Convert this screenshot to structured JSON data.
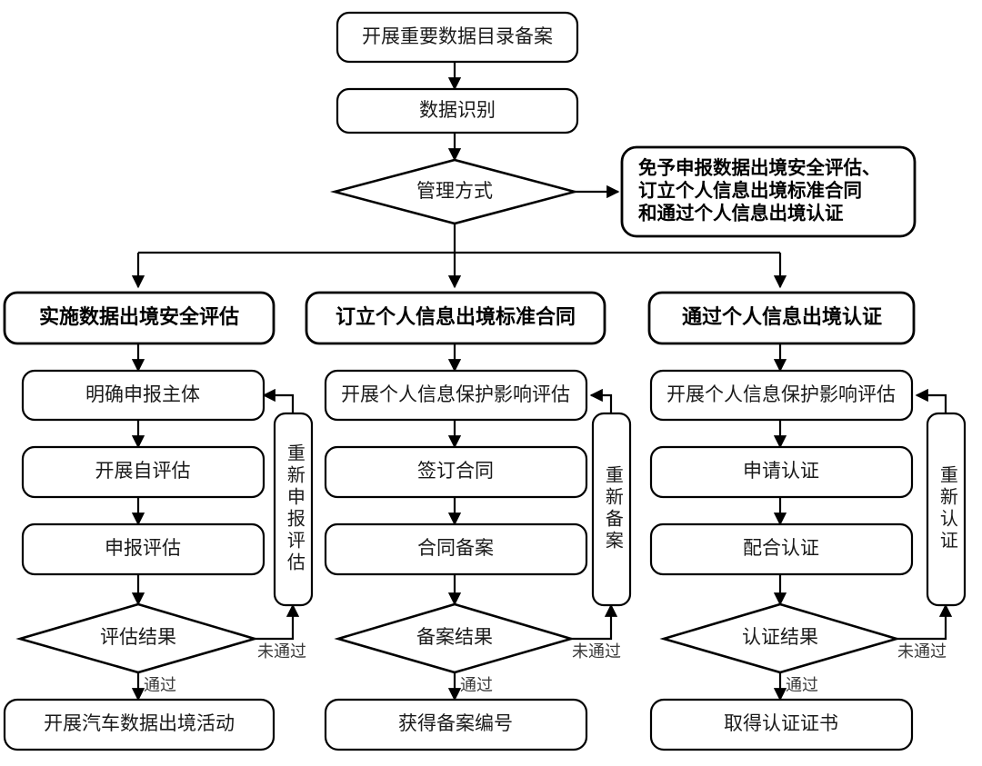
{
  "diagram": {
    "title_present": false,
    "style": {
      "background": "#ffffff",
      "line_color": "#000000",
      "text_color": "#1a1a1a",
      "box_fill": "#ffffff"
    },
    "nodes": {
      "start": {
        "label": "开展重要数据目录备案",
        "shape": "rounded-rect"
      },
      "identify": {
        "label": "数据识别",
        "shape": "rounded-rect"
      },
      "decision_mode": {
        "label": "管理方式",
        "shape": "diamond"
      },
      "exempt_info": {
        "lines": [
          "免予申报数据出境安全评估、",
          "订立个人信息出境标准合同",
          "和通过个人信息出境认证"
        ],
        "shape": "rounded-rect"
      },
      "col1_header": {
        "label": "实施数据出境安全评估",
        "shape": "rounded-rect"
      },
      "col1_step1": {
        "label": "明确申报主体",
        "shape": "rounded-rect"
      },
      "col1_step2": {
        "label": "开展自评估",
        "shape": "rounded-rect"
      },
      "col1_step3": {
        "label": "申报评估",
        "shape": "rounded-rect"
      },
      "col1_decision": {
        "label": "评估结果",
        "shape": "diamond"
      },
      "col1_end": {
        "label": "开展汽车数据出境活动",
        "shape": "rounded-rect"
      },
      "col1_loop": {
        "label": "重新申报评估",
        "shape": "rounded-rect-vertical"
      },
      "col2_header": {
        "label": "订立个人信息出境标准合同",
        "shape": "rounded-rect"
      },
      "col2_step1": {
        "label": "开展个人信息保护影响评估",
        "shape": "rounded-rect"
      },
      "col2_step2": {
        "label": "签订合同",
        "shape": "rounded-rect"
      },
      "col2_step3": {
        "label": "合同备案",
        "shape": "rounded-rect"
      },
      "col2_decision": {
        "label": "备案结果",
        "shape": "diamond"
      },
      "col2_end": {
        "label": "获得备案编号",
        "shape": "rounded-rect"
      },
      "col2_loop": {
        "label": "重新备案",
        "shape": "rounded-rect-vertical"
      },
      "col3_header": {
        "label": "通过个人信息出境认证",
        "shape": "rounded-rect"
      },
      "col3_step1": {
        "label": "开展个人信息保护影响评估",
        "shape": "rounded-rect"
      },
      "col3_step2": {
        "label": "申请认证",
        "shape": "rounded-rect"
      },
      "col3_step3": {
        "label": "配合认证",
        "shape": "rounded-rect"
      },
      "col3_decision": {
        "label": "认证结果",
        "shape": "diamond"
      },
      "col3_end": {
        "label": "取得认证证书",
        "shape": "rounded-rect"
      },
      "col3_loop": {
        "label": "重新认证",
        "shape": "rounded-rect-vertical"
      }
    },
    "edge_labels": {
      "col1_pass": "通过",
      "col1_fail": "未通过",
      "col2_pass": "通过",
      "col2_fail": "未通过",
      "col3_pass": "通过",
      "col3_fail": "未通过"
    }
  }
}
